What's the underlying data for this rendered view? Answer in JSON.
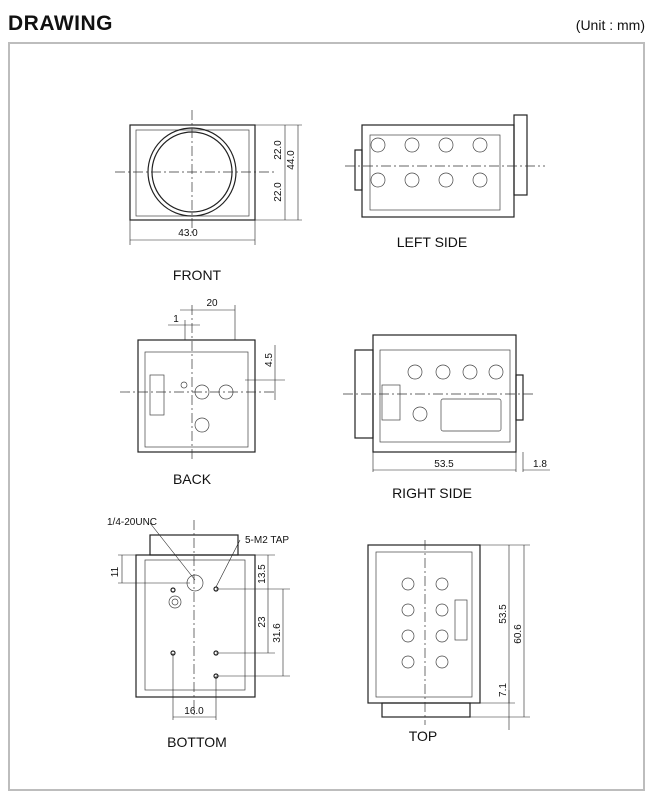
{
  "header": {
    "title": "DRAWING",
    "unit": "(Unit : mm)"
  },
  "views": {
    "front": {
      "label": "FRONT",
      "dims": {
        "upper_half": "22.0",
        "lower_half": "22.0",
        "height": "44.0",
        "width": "43.0"
      }
    },
    "left_side": {
      "label": "LEFT SIDE"
    },
    "back": {
      "label": "BACK",
      "dims": {
        "offset": "20",
        "center": "1",
        "vertical": "4.5"
      }
    },
    "right_side": {
      "label": "RIGHT SIDE",
      "dims": {
        "length": "53.5",
        "flange": "1.8"
      }
    },
    "bottom": {
      "label": "BOTTOM",
      "callouts": {
        "tripod": "1/4-20UNC",
        "tap": "5-M2 TAP"
      },
      "dims": {
        "tripod_offset": "11",
        "tap_offset": "13.5",
        "tap_spacing": "23",
        "tap_span": "31.6",
        "tap_width": "16.0"
      }
    },
    "top": {
      "label": "TOP",
      "dims": {
        "body": "53.5",
        "overall": "60.6",
        "lens": "7.1"
      }
    }
  }
}
